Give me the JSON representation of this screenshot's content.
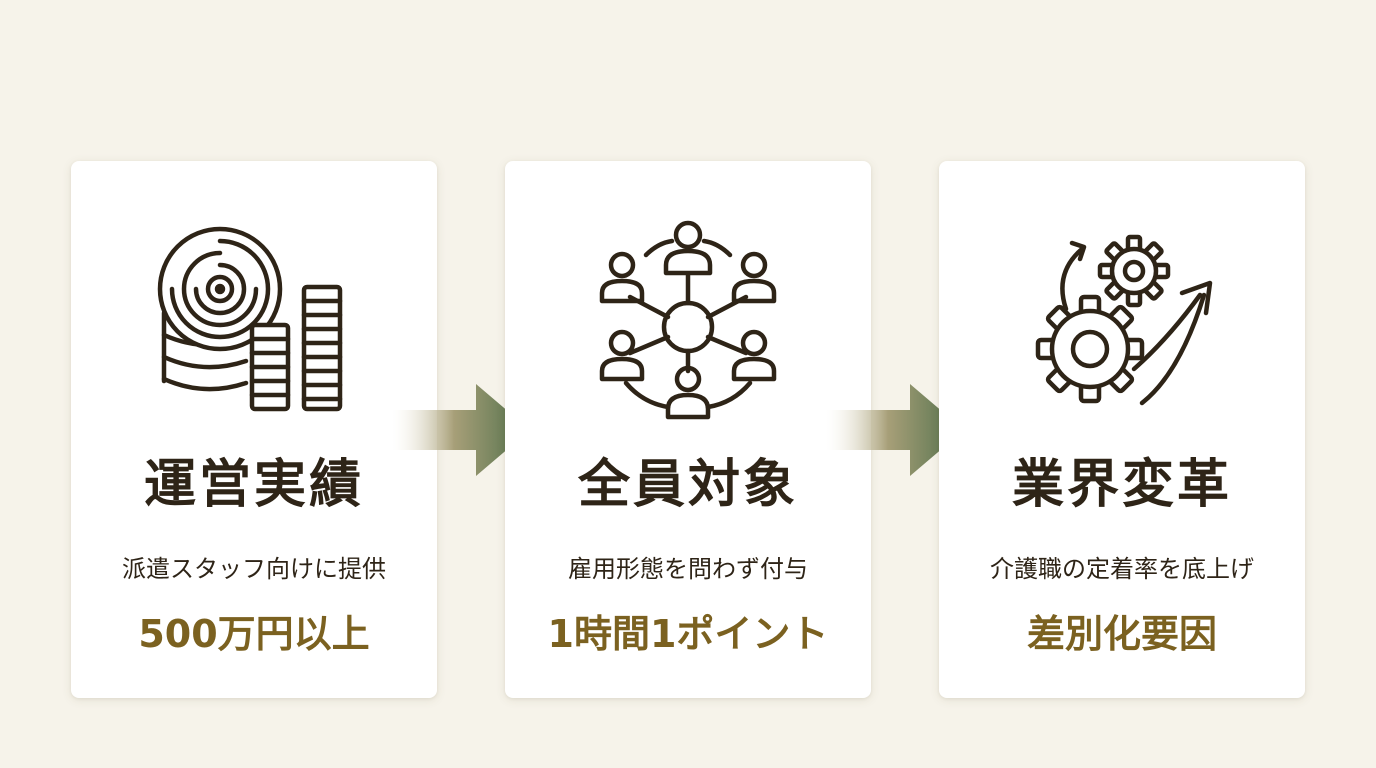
{
  "colors": {
    "background": "#f6f3ea",
    "card": "#ffffff",
    "text": "#2e2417",
    "highlight": "#7b6120",
    "arrow": "#4f6f4a"
  },
  "cards": [
    {
      "icon": "coins-stack-icon",
      "title": "運営実績",
      "subtitle": "派遣スタッフ向けに提供",
      "highlight": "500万円以上"
    },
    {
      "icon": "people-network-icon",
      "title": "全員対象",
      "subtitle": "雇用形態を問わず付与",
      "highlight": "1時間1ポイント"
    },
    {
      "icon": "gears-growth-icon",
      "title": "業界変革",
      "subtitle": "介護職の定着率を底上げ",
      "highlight": "差別化要因"
    }
  ],
  "arrows": [
    "right-arrow-icon",
    "right-arrow-icon"
  ]
}
